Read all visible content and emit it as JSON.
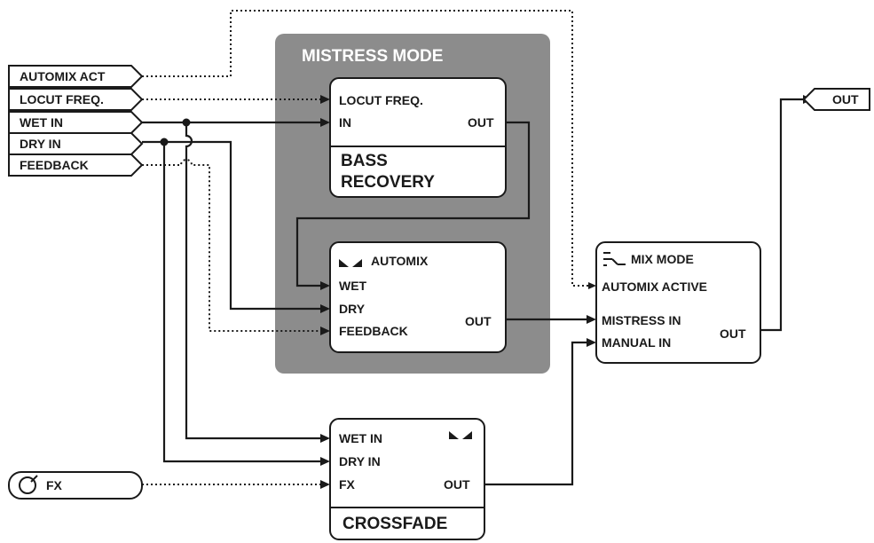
{
  "group": {
    "label": "MISTRESS MODE",
    "color": "#8c8c8c"
  },
  "inputs": [
    {
      "id": "automix-act",
      "label": "AUTOMIX ACT"
    },
    {
      "id": "locut-freq",
      "label": "LOCUT FREQ."
    },
    {
      "id": "wet-in",
      "label": "WET IN"
    },
    {
      "id": "dry-in",
      "label": "DRY IN"
    },
    {
      "id": "feedback",
      "label": "FEEDBACK"
    }
  ],
  "fx_input": {
    "label": "FX",
    "icon": "knob-icon"
  },
  "output": {
    "label": "OUT"
  },
  "blocks": {
    "bass_recovery": {
      "in_locut": "LOCUT FREQ.",
      "in_main": "IN",
      "out": "OUT",
      "title_line1": "BASS",
      "title_line2": "RECOVERY"
    },
    "automix": {
      "title": "AUTOMIX",
      "icon": "automix-icon",
      "in_wet": "WET",
      "in_dry": "DRY",
      "in_feedback": "FEEDBACK",
      "out": "OUT"
    },
    "mix_mode": {
      "title": "MIX MODE",
      "icon": "switch-icon",
      "in_automix_active": "AUTOMIX ACTIVE",
      "in_mistress": "MISTRESS IN",
      "in_manual": "MANUAL IN",
      "out": "OUT"
    },
    "crossfade": {
      "icon": "crossfade-icon",
      "in_wet": "WET IN",
      "in_dry": "DRY IN",
      "in_fx": "FX",
      "out": "OUT",
      "title": "CROSSFADE"
    }
  }
}
